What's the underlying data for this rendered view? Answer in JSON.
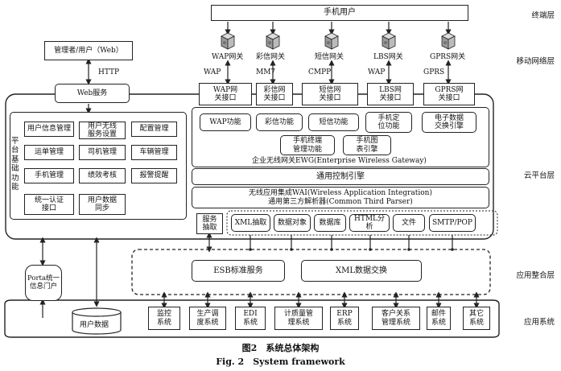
{
  "layers": {
    "terminal": "终端层",
    "mobile": "移动网络层",
    "cloud": "云平台层",
    "integration": "应用整合层",
    "application": "应用系统"
  },
  "terminal": {
    "mobile_user": "手机用户"
  },
  "gateways": [
    {
      "name": "WAP网关",
      "protocol": "WAP",
      "interface": "WAP网\n关接口"
    },
    {
      "name": "彩信网关",
      "protocol": "MM7",
      "interface": "彩信网\n关接口"
    },
    {
      "name": "短信网关",
      "protocol": "CMPP",
      "interface": "短信网\n关接口"
    },
    {
      "name": "LBS网关",
      "protocol": "WAP",
      "interface": "LBS网\n关接口"
    },
    {
      "name": "GPRS网关",
      "protocol": "GPRS",
      "interface": "GPRS网\n关接口"
    }
  ],
  "admin": {
    "label": "管理者/用户（Web）",
    "protocol": "HTTP",
    "web_service": "Web服务"
  },
  "platform": {
    "title": "平\n台\n基\n础\n功\n能",
    "functions": [
      "用户信息管理",
      "用户无线\n服务设置",
      "配置管理",
      "运单管理",
      "司机管理",
      "车辆管理",
      "手机管理",
      "绩效考核",
      "报警提醒",
      "统一认证\n接口",
      "用户数据\n同步"
    ]
  },
  "ewg": {
    "functions": [
      "WAP功能",
      "彩信功能",
      "短信功能",
      "手机定\n位功能",
      "电子数据\n交换引擎"
    ],
    "sub": [
      "手机终端\n管理功能",
      "手机图\n表引擎"
    ],
    "label": "企业无线网关EWG(Enterprise Wireless Gateway)"
  },
  "control_engine": "通用控制引擎",
  "wai": {
    "line1": "无线应用集成WAI(Wireless Application Integration)",
    "line2": "通用第三方解析器(Common Third Parser)"
  },
  "parser": {
    "service_fetch": "服务\n抽取",
    "items": [
      "XML抽取",
      "数据对象",
      "数据库",
      "HTML分析",
      "文件",
      "SMTP/POP"
    ]
  },
  "integration": {
    "esb": "ESB标准服务",
    "xml_exchange": "XML数据交换"
  },
  "portal": "Porta统一\n信息门户",
  "user_data": "用户数据",
  "systems": [
    "监控\n系统",
    "生产调\n度系统",
    "EDI\n系统",
    "计质量管\n理系统",
    "ERP\n系统",
    "客户关系\n管理系统",
    "邮件\n系统",
    "其它\n系统"
  ],
  "caption": {
    "zh": "图2　系统总体架构",
    "en": "Fig. 2　System framework"
  }
}
